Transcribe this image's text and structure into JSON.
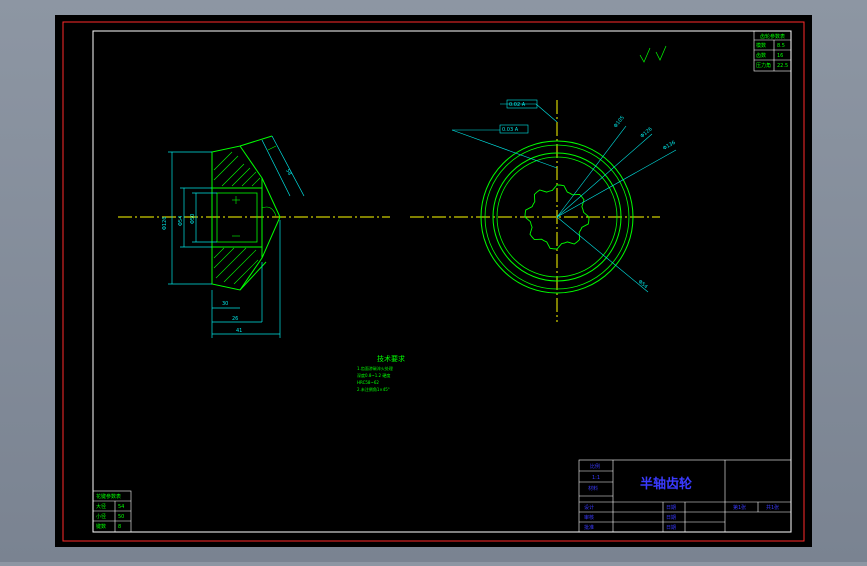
{
  "colors": {
    "sheet": "#000000",
    "outer_border": "#ff2a2a",
    "frame": "#ffffff",
    "gear": "#00ff00",
    "centerline": "#ffff00",
    "dimension": "#00e6e6",
    "text": "#00ff00",
    "title": "#3a3aff"
  },
  "drawing": {
    "title": "半轴齿轮",
    "tech_requirements": {
      "heading": "技术要求",
      "lines": [
        "1.齿面渗碳淬火处理",
        "深度0.8~1.2  硬度",
        "HRC58~62",
        "2.未注倒角1×45°"
      ]
    },
    "param_table_top": {
      "header": "齿轮参数表",
      "rows": [
        {
          "label": "模数",
          "value": "8.5"
        },
        {
          "label": "齿数",
          "value": "16"
        },
        {
          "label": "压力角",
          "value": "22.5"
        }
      ]
    },
    "param_table_bottom": {
      "header": "花键参数表",
      "rows": [
        {
          "label": "大径",
          "value": "54"
        },
        {
          "label": "小径",
          "value": "50"
        },
        {
          "label": "键数",
          "value": "8"
        }
      ]
    },
    "title_block": {
      "left_cells": [
        "比例",
        "1:1",
        "材料"
      ],
      "bottom_left": [
        "设计",
        "审核",
        "批准"
      ],
      "bottom_mid": [
        "日期",
        "日期",
        "日期"
      ],
      "sheet": [
        "第1张",
        "共1张"
      ]
    },
    "dims_side": [
      "Φ126",
      "Φ54",
      "Φ50",
      "30",
      "26",
      "41",
      "58"
    ],
    "dims_front": [
      "Φ105",
      "Φ126",
      "Φ136",
      "Φ54"
    ],
    "tolerance_frames": [
      "0.02 A",
      "0.03 A"
    ]
  }
}
